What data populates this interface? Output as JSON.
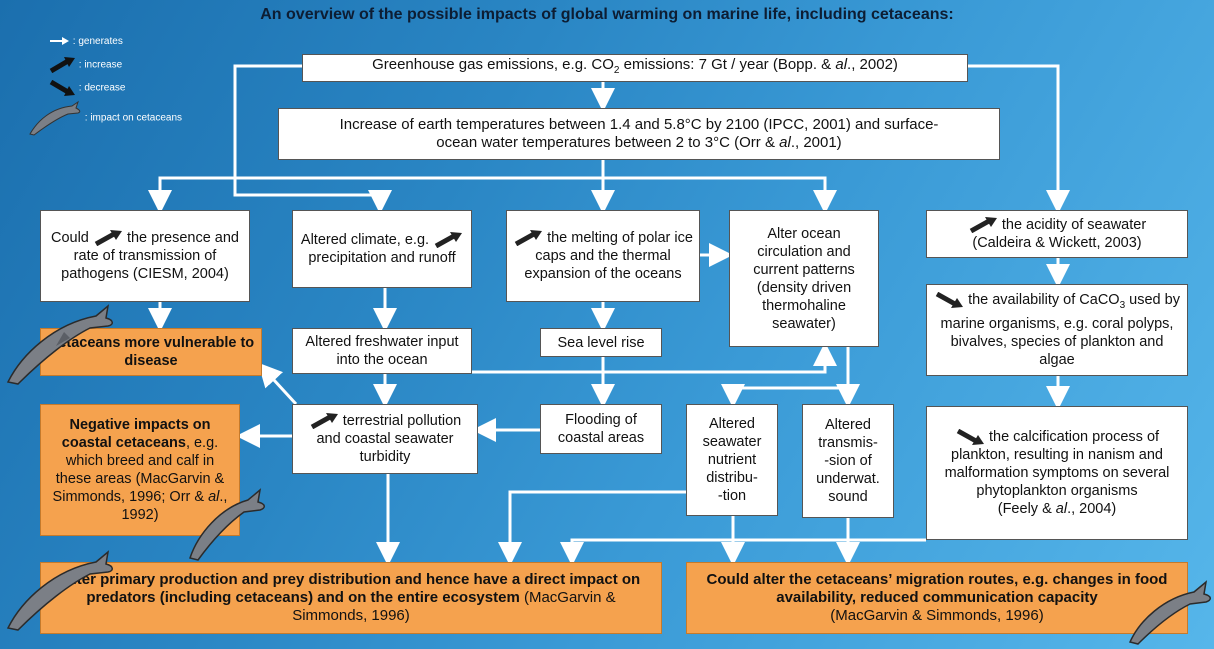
{
  "title": "An overview of the possible impacts of global warming on marine life, including cetaceans:",
  "legend": {
    "generates": ": generates",
    "increase": ": increase",
    "decrease": ": decrease",
    "impact": ": impact on cetaceans"
  },
  "boxes": {
    "ghg_a": "Greenhouse gas emissions, e.g. CO",
    "ghg_sub": "2",
    "ghg_b": " emissions: 7 Gt / year (Bopp. & ",
    "ghg_al": "al",
    "ghg_c": "., 2002)",
    "temp_l1": "Increase of earth temperatures between 1.4 and 5.8°C by 2100 (IPCC, 2001) and surface-",
    "temp_l2a": "ocean water temperatures between 2 to 3°C (Orr & ",
    "temp_al": "al",
    "temp_l2b": "., 2001)",
    "pathogen_a": "Could",
    "pathogen_b": "the presence and rate of transmission of pathogens (CIESM, 2004)",
    "climate_a": "Altered climate, e.g.",
    "climate_b": "precipitation and runoff",
    "melting": "the melting of polar ice caps and the thermal expansion of  the oceans",
    "circulation": "Alter ocean circulation and current patterns (density driven thermohaline seawater)",
    "acidity_a": "the acidity of seawater",
    "acidity_b": "(Caldeira & Wickett, 2003)",
    "caco3_a": "the availability of CaCO",
    "caco3_sub": "3",
    "caco3_b": "used by marine organisms, e.g. coral polyps, bivalves, species of plankton and algae",
    "freshwater": "Altered freshwater input into the ocean",
    "sealevel": "Sea level rise",
    "disease": "Cetaceans more vulnerable to disease",
    "coastal_bold": "Negative impacts on coastal cetaceans",
    "coastal_rest": ", e.g. which breed and calf in these areas (MacGarvin & Simmonds, 1996; Orr & ",
    "coastal_al": "al",
    "coastal_end": "., 1992)",
    "pollution_a": "terrestrial pollution",
    "pollution_b": "and coastal seawater turbidity",
    "flooding": "Flooding of coastal areas",
    "nutrient": "Altered seawater nutrient distribu-\n-tion",
    "sound": "Altered transmis-\n-sion of underwat. sound",
    "calc_a": "the calcification process of plankton, resulting in nanism and malformation symptoms on several phytoplankton organisms",
    "calc_b": "(Feely & ",
    "calc_al": "al",
    "calc_c": "., 2004)",
    "prey_bold": "Alter primary production and prey distribution and hence have a direct impact on predators (including cetaceans) and on the entire ecosystem",
    "prey_ref": " (MacGarvin & Simmonds, 1996)",
    "migration_bold": "Could alter the cetaceans’ migration routes, e.g. changes in food availability, reduced communication capacity",
    "migration_ref": "(MacGarvin & Simmonds, 1996)"
  },
  "colors": {
    "box_orange": "#f5a24e",
    "arrow": "#ffffff",
    "background": "#2a86c4"
  }
}
